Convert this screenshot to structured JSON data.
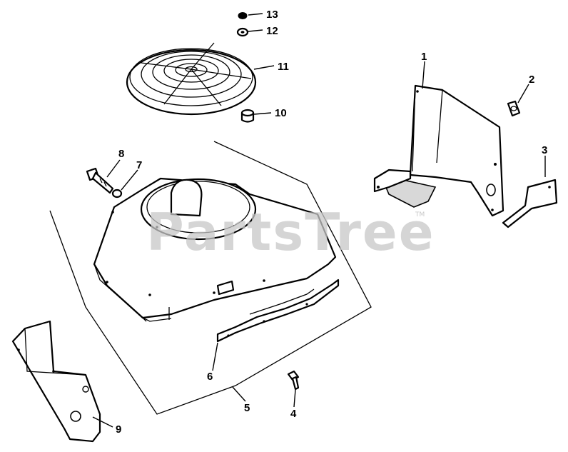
{
  "watermark": {
    "text": "PartsTree",
    "mark": "TM"
  },
  "callouts": [
    {
      "id": "1",
      "label": "1"
    },
    {
      "id": "2",
      "label": "2"
    },
    {
      "id": "3",
      "label": "3"
    },
    {
      "id": "4",
      "label": "4"
    },
    {
      "id": "5",
      "label": "5"
    },
    {
      "id": "6",
      "label": "6"
    },
    {
      "id": "7",
      "label": "7"
    },
    {
      "id": "8",
      "label": "8"
    },
    {
      "id": "9",
      "label": "9"
    },
    {
      "id": "10",
      "label": "10"
    },
    {
      "id": "11",
      "label": "11"
    },
    {
      "id": "12",
      "label": "12"
    },
    {
      "id": "13",
      "label": "13"
    }
  ]
}
